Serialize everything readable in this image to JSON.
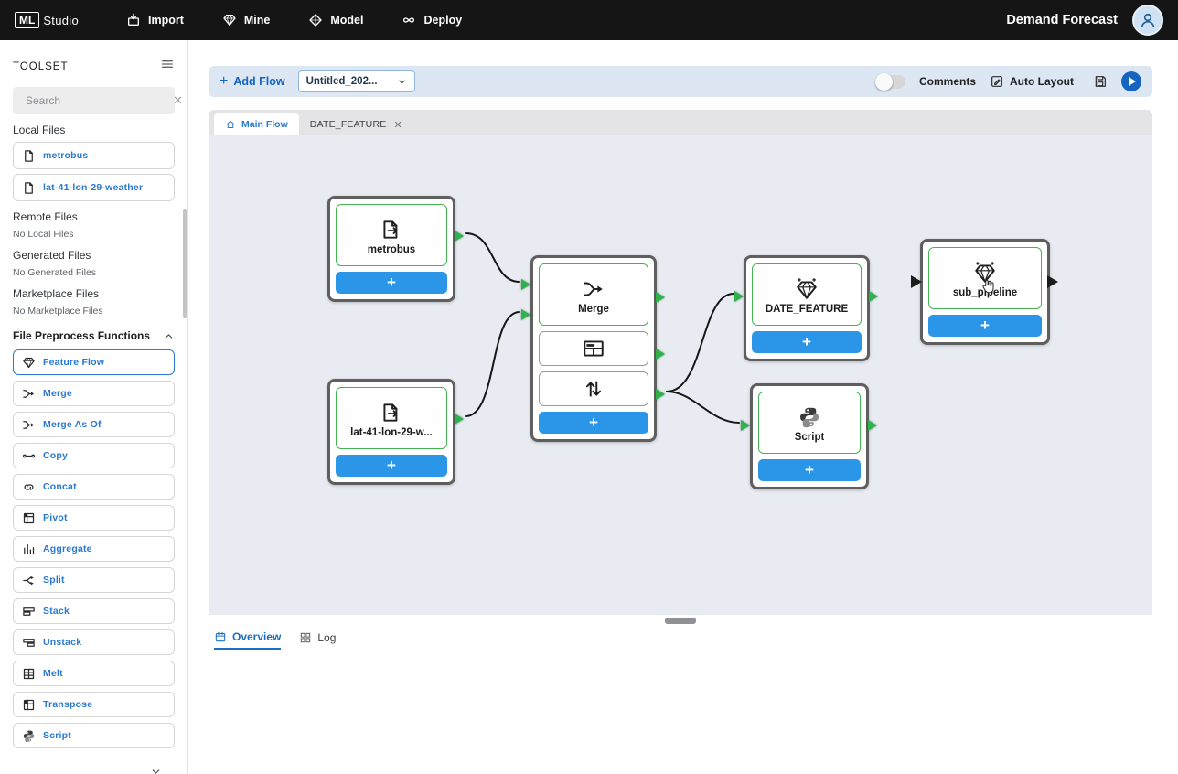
{
  "topbar": {
    "logo_ml": "ML",
    "logo_studio": "Studio",
    "nav": [
      {
        "label": "Import",
        "icon": "import-icon"
      },
      {
        "label": "Mine",
        "icon": "gem-icon"
      },
      {
        "label": "Model",
        "icon": "model-icon"
      },
      {
        "label": "Deploy",
        "icon": "infinity-icon"
      }
    ],
    "project_title": "Demand Forecast"
  },
  "sidebar": {
    "title": "TOOLSET",
    "search": {
      "placeholder": "Search"
    },
    "local_files": {
      "label": "Local Files",
      "items": [
        {
          "name": "metrobus",
          "icon": "file-icon"
        },
        {
          "name": "lat-41-lon-29-weather",
          "icon": "file-icon"
        }
      ]
    },
    "remote_files": {
      "label": "Remote Files",
      "empty": "No Local Files"
    },
    "generated_files": {
      "label": "Generated Files",
      "empty": "No Generated Files"
    },
    "marketplace_files": {
      "label": "Marketplace Files",
      "empty": "No Marketplace Files"
    },
    "functions": {
      "label": "File Preprocess Functions",
      "items": [
        {
          "label": "Feature Flow",
          "icon": "gem-icon",
          "active": true
        },
        {
          "label": "Merge",
          "icon": "merge-icon"
        },
        {
          "label": "Merge As Of",
          "icon": "merge-icon"
        },
        {
          "label": "Copy",
          "icon": "copy-icon"
        },
        {
          "label": "Concat",
          "icon": "concat-icon"
        },
        {
          "label": "Pivot",
          "icon": "pivot-icon"
        },
        {
          "label": "Aggregate",
          "icon": "aggregate-icon"
        },
        {
          "label": "Split",
          "icon": "split-icon"
        },
        {
          "label": "Stack",
          "icon": "stack-icon"
        },
        {
          "label": "Unstack",
          "icon": "unstack-icon"
        },
        {
          "label": "Melt",
          "icon": "melt-icon"
        },
        {
          "label": "Transpose",
          "icon": "transpose-icon"
        },
        {
          "label": "Script",
          "icon": "python-icon"
        }
      ]
    }
  },
  "flow_toolbar": {
    "add_flow": "Add Flow",
    "flow_name": "Untitled_202...",
    "comments": "Comments",
    "comments_toggle_on": false,
    "auto_layout": "Auto Layout"
  },
  "flow_tabs": [
    {
      "label": "Main Flow",
      "icon": "home-icon",
      "active": true
    },
    {
      "label": "DATE_FEATURE",
      "closable": true
    }
  ],
  "canvas": {
    "add_label": "+",
    "nodes": [
      {
        "label": "metrobus",
        "icon": "file-export-icon"
      },
      {
        "label": "lat-41-lon-29-w...",
        "icon": "file-export-icon"
      },
      {
        "label": "Merge",
        "icon": "merge-icon"
      },
      {
        "label": "DATE_FEATURE",
        "icon": "gem-icon"
      },
      {
        "label": "Script",
        "icon": "python-icon"
      },
      {
        "label": "sub_pipeline",
        "icon": "gem-icon"
      }
    ]
  },
  "bottom_panel": {
    "tabs": [
      {
        "label": "Overview",
        "icon": "calendar-icon",
        "active": true
      },
      {
        "label": "Log",
        "icon": "grid-icon"
      }
    ]
  },
  "colors": {
    "topbar_bg": "#151515",
    "accent_blue": "#2a79d0",
    "button_blue": "#2b95e8",
    "connector_green": "#2fb14c",
    "node_border": "#5f5f5f",
    "canvas_bg": "#e8ecf2",
    "toolbar_bg": "#dde7f3"
  }
}
